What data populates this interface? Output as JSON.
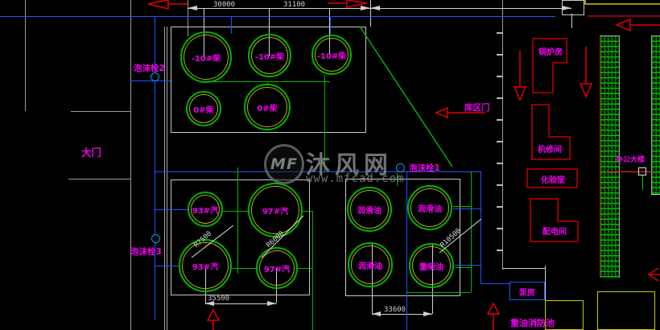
{
  "watermark": {
    "logo": "MF",
    "brand": "沐风网",
    "url": "www.mfcad.com"
  },
  "dimensions": {
    "top_left": "30000",
    "top_right": "31100",
    "bottom_left": "35500",
    "bottom_middle": "33600"
  },
  "radius_labels": {
    "r_93_gasoline_tank": "R7500",
    "r_97_gasoline_tank": "R6000",
    "r_heavy_diesel_tank": "R10500"
  },
  "site_labels": {
    "main_gate": "大门",
    "depot_gate": "库区门",
    "foam_hydrant_1": "泡沫栓1",
    "foam_hydrant_2": "泡沫栓2",
    "foam_hydrant_3": "泡沫栓3"
  },
  "buildings": {
    "boiler_room": "锅炉房",
    "machine_repair_room": "机修间",
    "laboratory": "化验室",
    "power_distribution_room": "配电间",
    "office_building": "办公大楼",
    "pump_house": "泵房",
    "heavy_oil_fire_pool": "重油消防池"
  },
  "tank_groups": {
    "upper": {
      "tanks": [
        {
          "label": "-10#柴"
        },
        {
          "label": "-10#柴"
        },
        {
          "label": "-10#柴"
        },
        {
          "label": "0#柴"
        },
        {
          "label": "0#柴"
        }
      ]
    },
    "lower_left": {
      "tanks": [
        {
          "label": "93#汽"
        },
        {
          "label": "97#汽"
        },
        {
          "label": "93#汽"
        },
        {
          "label": "97#汽"
        }
      ]
    },
    "lower_middle": {
      "tanks": [
        {
          "label": "润滑油"
        },
        {
          "label": "润滑油"
        },
        {
          "label": "润滑油"
        },
        {
          "label": "重柴油"
        }
      ]
    }
  },
  "colors": {
    "background": "#000000",
    "tank_outline_green": "#00b400",
    "tank_inner_yellow": "#b4b400",
    "label_magenta": "#f000f0",
    "pipe_blue": "#1a56ff",
    "hydrant_cyan": "#00a0f0",
    "building_red": "#c00000",
    "arrow_red": "#e00000",
    "wall_gray": "#b9b9b9",
    "dimension_white": "#d0d0d0",
    "trees_green": "#00b400",
    "yellow": "#cccc00"
  }
}
